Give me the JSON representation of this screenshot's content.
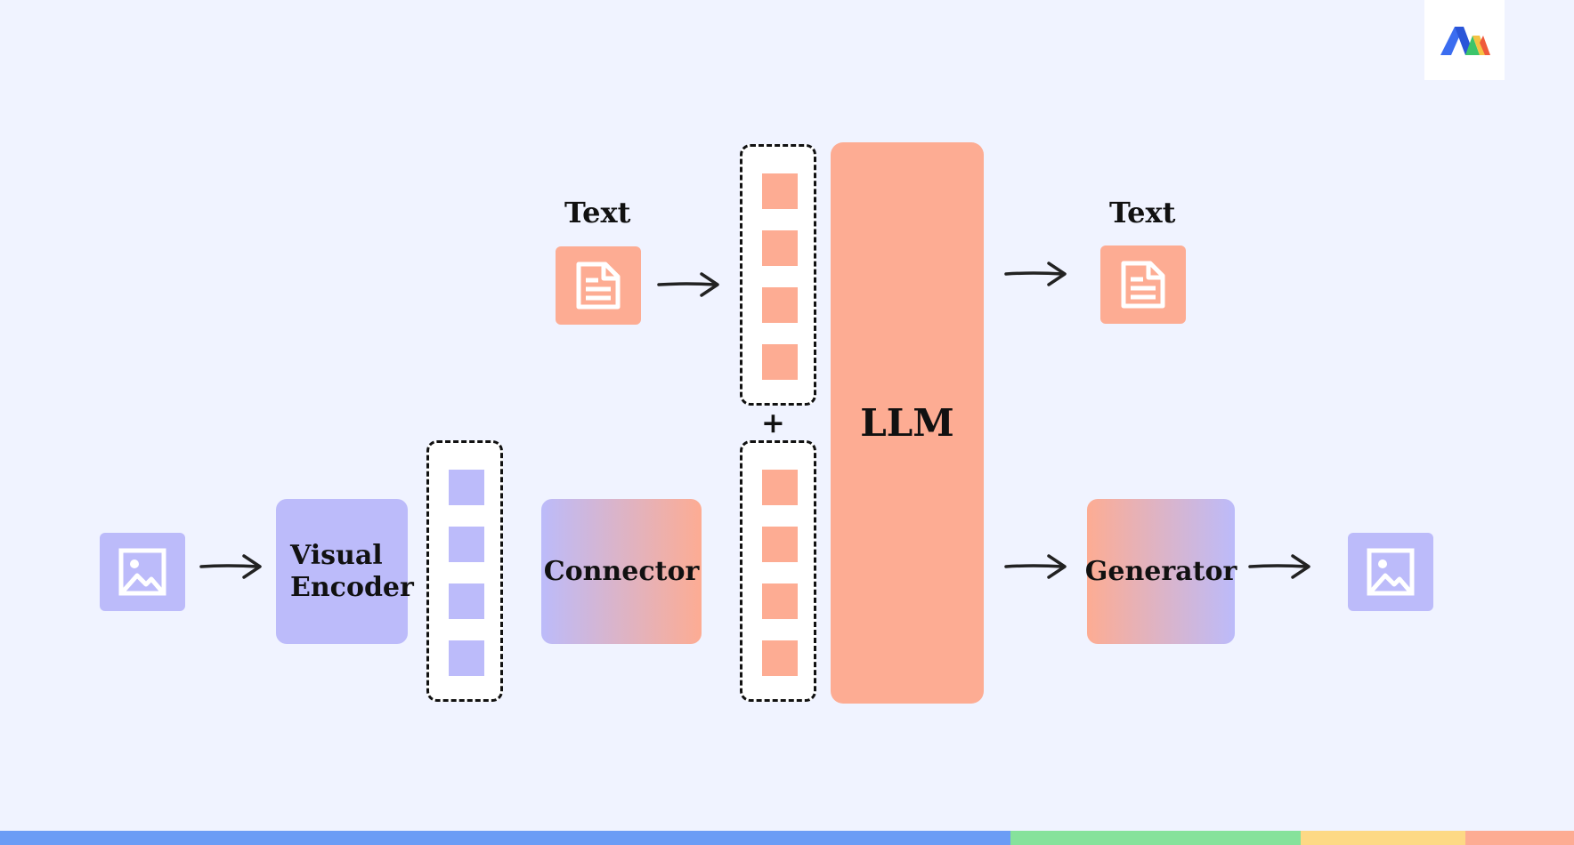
{
  "logo": {
    "name": "logo-mark"
  },
  "diagram": {
    "text_input_label": "Text",
    "text_output_label": "Text",
    "plus": "+",
    "visual_encoder_line1": "Visual",
    "visual_encoder_line2": "Encoder",
    "connector": "Connector",
    "llm": "LLM",
    "generator": "Generator"
  },
  "icons": {
    "text_input": "document-icon",
    "text_output": "document-icon",
    "image_input": "image-icon",
    "image_output": "image-icon"
  },
  "colors": {
    "background": "#f0f3ff",
    "purple": "#bcbbfa",
    "salmon": "#fdac93",
    "bar_blue": "#6b9cf5",
    "bar_green": "#86e29b",
    "bar_yellow": "#fdd985",
    "bar_salmon": "#fdac93"
  }
}
